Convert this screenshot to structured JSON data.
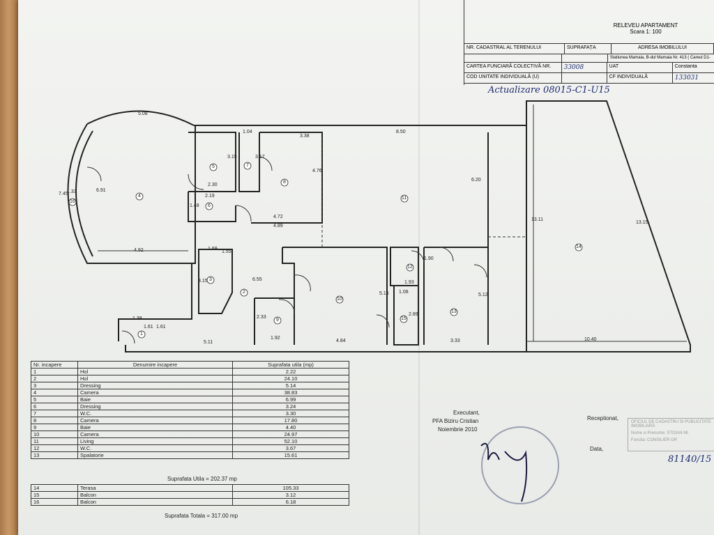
{
  "header": {
    "title": "RELEVEU APARTAMENT",
    "scale": "Scara 1: 100",
    "labels": {
      "nr_cadastral": "NR. CADASTRAL AL TERENULUI",
      "suprafata": "SUPRAFAȚA",
      "adresa": "ADRESA IMOBILULUI",
      "adresa_value": "Statiunea Mamaia, B-dul Mamaia Nr. 413 ( Careul D1-",
      "carte_funciara": "CARTEA FUNCIARĂ COLECTIVĂ NR.",
      "uat": "UAT",
      "constanta": "Constanta",
      "cod_unitate": "COD UNITATE INDIVIDUALĂ (U)",
      "cf_individuala": "CF INDIVIDUALĂ"
    },
    "handwritten": {
      "carte_nr": "33008",
      "cf_nr": "133031",
      "note": "Actualizare 08015-C1-U15"
    }
  },
  "plan": {
    "room_numbers": [
      "1",
      "2",
      "3",
      "4",
      "5",
      "6",
      "7",
      "8",
      "9",
      "10",
      "11",
      "12",
      "13",
      "14",
      "15",
      "16"
    ],
    "dimensions": [
      "5.08",
      "1.04",
      "3.38",
      "8.50",
      "6.91",
      "1.33",
      "7.45",
      "3.15",
      "3.17",
      "4.76",
      "2.30",
      "2.19",
      "1.48",
      "4.72",
      "4.89",
      "6.20",
      "13.11",
      "13.15",
      "4.92",
      "1.69",
      "1.55",
      "6.55",
      "3.15",
      "1.90",
      "1.93",
      "1.08",
      "2.89",
      "5.16",
      "5.12",
      "1.38",
      "1.61",
      "1.61",
      "2.33",
      "1.92",
      "4.84",
      "3.33",
      "10.40",
      "5.11"
    ]
  },
  "rooms_table": {
    "headers": [
      "Nr. incapere",
      "Denumire incapere",
      "Suprafata utila (mp)"
    ],
    "rows": [
      [
        "1",
        "Hol",
        "2.22"
      ],
      [
        "2",
        "Hol",
        "24.10"
      ],
      [
        "3",
        "Dressing",
        "5.14"
      ],
      [
        "4",
        "Camera",
        "38.83"
      ],
      [
        "5",
        "Baie",
        "6.99"
      ],
      [
        "6",
        "Dressing",
        "3.24"
      ],
      [
        "7",
        "W.C.",
        "3.30"
      ],
      [
        "8",
        "Camera",
        "17.80"
      ],
      [
        "9",
        "Baie",
        "4.40"
      ],
      [
        "10",
        "Camera",
        "24.97"
      ],
      [
        "11",
        "Living",
        "52.10"
      ],
      [
        "12",
        "W.C.",
        "3.67"
      ],
      [
        "13",
        "Spalatorie",
        "15.61"
      ]
    ],
    "suprafata_utila": "Suprafata Utila = 202.37  mp",
    "balcony_rows": [
      [
        "14",
        "Terasa",
        "105.33"
      ],
      [
        "15",
        "Balcon",
        "3.12"
      ],
      [
        "16",
        "Balcon",
        "6.18"
      ]
    ],
    "suprafata_totala": "Suprafata Totala = 317.00  mp"
  },
  "signatures": {
    "executant": "Executant,",
    "executant_name": "PFA Biziru Cristian",
    "date": "Noiembrie 2010",
    "receptionat": "Receptionat,",
    "data": "Data,",
    "stamp_l1": "OFICIUL DE CADASTRU SI PUBLICITATE IMOBILIARĂ",
    "stamp_l2": "Nume si Prenume: STOIAN MI",
    "stamp_l3": "Functia: CONSILIER GR",
    "handwritten_date": "81140/15"
  }
}
